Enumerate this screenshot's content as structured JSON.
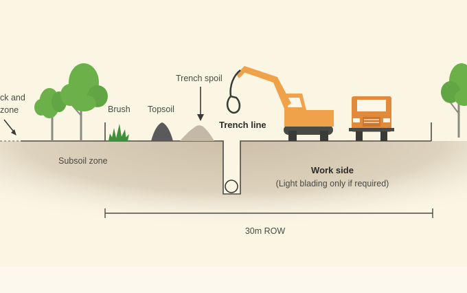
{
  "labels": {
    "edge_left_1": "ck and",
    "edge_left_2": "zone",
    "brush": "Brush",
    "topsoil": "Topsoil",
    "trench_spoil": "Trench spoil",
    "trench_line": "Trench line",
    "subsoil_zone": "Subsoil zone",
    "work_side": "Work side",
    "work_side_note": "(Light blading only if required)",
    "row": "30m ROW"
  },
  "colors": {
    "background": "#fbf5e4",
    "ground": "#d8cdb9",
    "ground_shadow": "#cfc3ad",
    "tree_green": "#6cb04a",
    "tree_trunk": "#8a8a80",
    "excavator_orange": "#f0a24a",
    "truck_orange": "#e28a3c",
    "topsoil_pile": "#5a5a5a",
    "spoil_pile": "#c4b8a6",
    "brush_green": "#3f8f3a"
  }
}
